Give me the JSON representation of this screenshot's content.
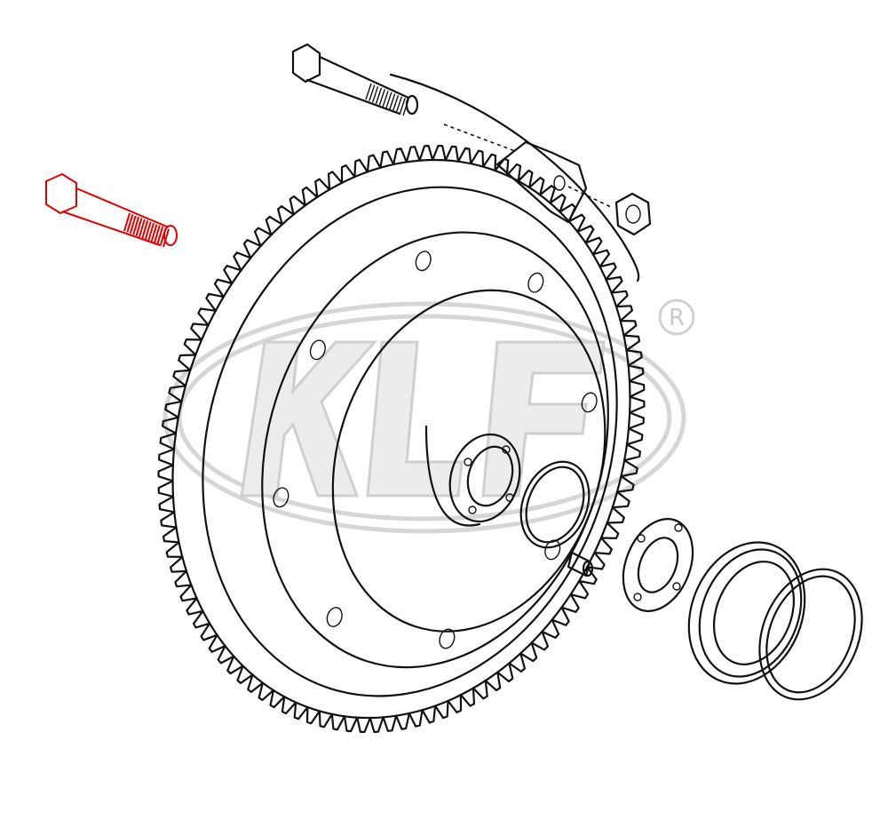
{
  "watermark": {
    "brand_letters": "KLF",
    "registered_mark": "R",
    "color": "#d9d9d9"
  },
  "highlight": {
    "part": "flywheel-bolt",
    "color": "#e30000"
  },
  "parts": [
    "flywheel-bolt-highlighted",
    "starter-bolt",
    "starter-nut",
    "flywheel",
    "ring-gear",
    "o-ring",
    "dowel-pin",
    "shim-gasket",
    "oil-seal",
    "seal-cover-disc"
  ]
}
